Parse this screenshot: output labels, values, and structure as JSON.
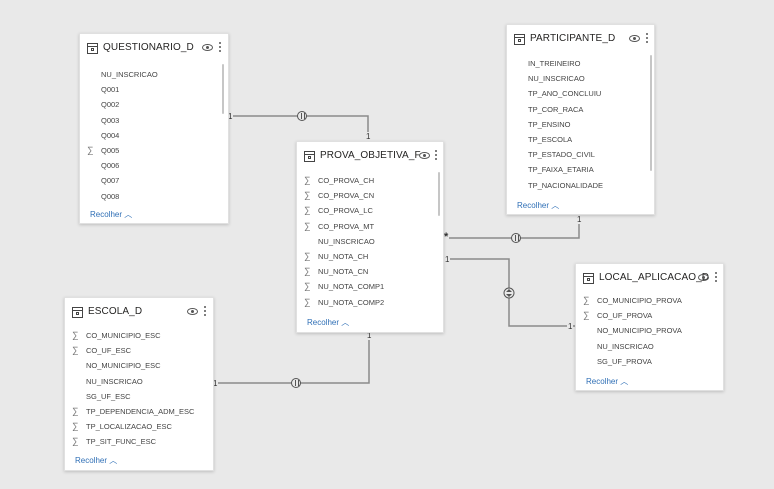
{
  "collapse_label": "Recolher",
  "tables": {
    "questionario": {
      "title": "QUESTIONARIO_D",
      "fields": [
        {
          "name": "NU_INSCRICAO",
          "sigma": false
        },
        {
          "name": "Q001",
          "sigma": false
        },
        {
          "name": "Q002",
          "sigma": false
        },
        {
          "name": "Q003",
          "sigma": false
        },
        {
          "name": "Q004",
          "sigma": false
        },
        {
          "name": "Q005",
          "sigma": true
        },
        {
          "name": "Q006",
          "sigma": false
        },
        {
          "name": "Q007",
          "sigma": false
        },
        {
          "name": "Q008",
          "sigma": false
        }
      ]
    },
    "participante": {
      "title": "PARTICIPANTE_D",
      "fields": [
        {
          "name": "IN_TREINEIRO",
          "sigma": false
        },
        {
          "name": "NU_INSCRICAO",
          "sigma": false
        },
        {
          "name": "TP_ANO_CONCLUIU",
          "sigma": false
        },
        {
          "name": "TP_COR_RACA",
          "sigma": false
        },
        {
          "name": "TP_ENSINO",
          "sigma": false
        },
        {
          "name": "TP_ESCOLA",
          "sigma": false
        },
        {
          "name": "TP_ESTADO_CIVIL",
          "sigma": false
        },
        {
          "name": "TP_FAIXA_ETARIA",
          "sigma": false
        },
        {
          "name": "TP_NACIONALIDADE",
          "sigma": false
        }
      ]
    },
    "prova": {
      "title": "PROVA_OBJETIVA_F",
      "fields": [
        {
          "name": "CO_PROVA_CH",
          "sigma": true
        },
        {
          "name": "CO_PROVA_CN",
          "sigma": true
        },
        {
          "name": "CO_PROVA_LC",
          "sigma": true
        },
        {
          "name": "CO_PROVA_MT",
          "sigma": true
        },
        {
          "name": "NU_INSCRICAO",
          "sigma": false
        },
        {
          "name": "NU_NOTA_CH",
          "sigma": true
        },
        {
          "name": "NU_NOTA_CN",
          "sigma": true
        },
        {
          "name": "NU_NOTA_COMP1",
          "sigma": true
        },
        {
          "name": "NU_NOTA_COMP2",
          "sigma": true
        }
      ]
    },
    "local": {
      "title": "LOCAL_APLICACAO_D",
      "fields": [
        {
          "name": "CO_MUNICIPIO_PROVA",
          "sigma": true
        },
        {
          "name": "CO_UF_PROVA",
          "sigma": true
        },
        {
          "name": "NO_MUNICIPIO_PROVA",
          "sigma": false
        },
        {
          "name": "NU_INSCRICAO",
          "sigma": false
        },
        {
          "name": "SG_UF_PROVA",
          "sigma": false
        }
      ]
    },
    "escola": {
      "title": "ESCOLA_D",
      "fields": [
        {
          "name": "CO_MUNICIPIO_ESC",
          "sigma": true
        },
        {
          "name": "CO_UF_ESC",
          "sigma": true
        },
        {
          "name": "NO_MUNICIPIO_ESC",
          "sigma": false
        },
        {
          "name": "NU_INSCRICAO",
          "sigma": false
        },
        {
          "name": "SG_UF_ESC",
          "sigma": false
        },
        {
          "name": "TP_DEPENDENCIA_ADM_ESC",
          "sigma": true
        },
        {
          "name": "TP_LOCALIZACAO_ESC",
          "sigma": true
        },
        {
          "name": "TP_SIT_FUNC_ESC",
          "sigma": true
        }
      ]
    }
  },
  "relationships": {
    "questionario_prova": {
      "from": "1",
      "to": "1"
    },
    "participante_prova": {
      "from": "1",
      "to": "*"
    },
    "local_prova": {
      "from": "1",
      "to": "1"
    },
    "escola_prova": {
      "from": "1",
      "to": "1"
    }
  }
}
